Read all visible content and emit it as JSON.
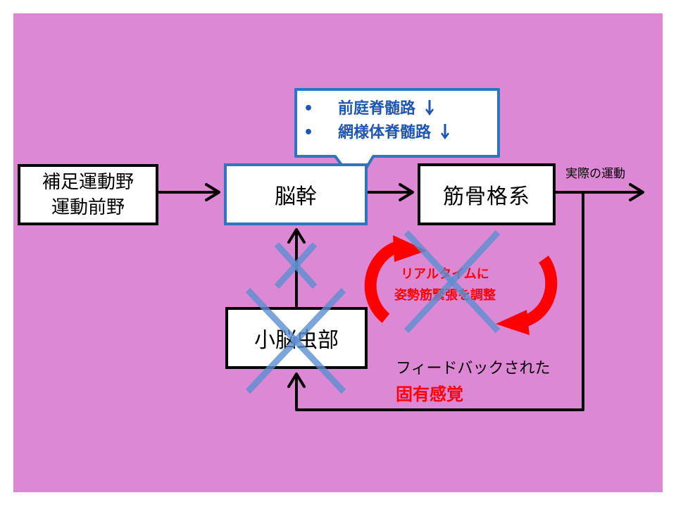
{
  "boxes": {
    "sma_line1": "補足運動野",
    "sma_line2": "運動前野",
    "brainstem": "脳幹",
    "musculoskeletal": "筋骨格系",
    "vermis": "小脳虫部"
  },
  "callout": {
    "line1": "前庭脊髄路",
    "line2": "網様体脊髄路",
    "bullet": "•"
  },
  "output_label": "実際の運動",
  "feedback": {
    "line1": "フィードバックされた",
    "line2": "固有感覚"
  },
  "cycle": {
    "line1": "リアルタイムに",
    "line2": "姿勢筋緊張を調整"
  },
  "colors": {
    "background": "#dd88d4",
    "callout_border": "#2e75c1",
    "callout_text": "#1f56b0",
    "emphasis": "#ff0000",
    "cross": "#5b8fd0"
  }
}
